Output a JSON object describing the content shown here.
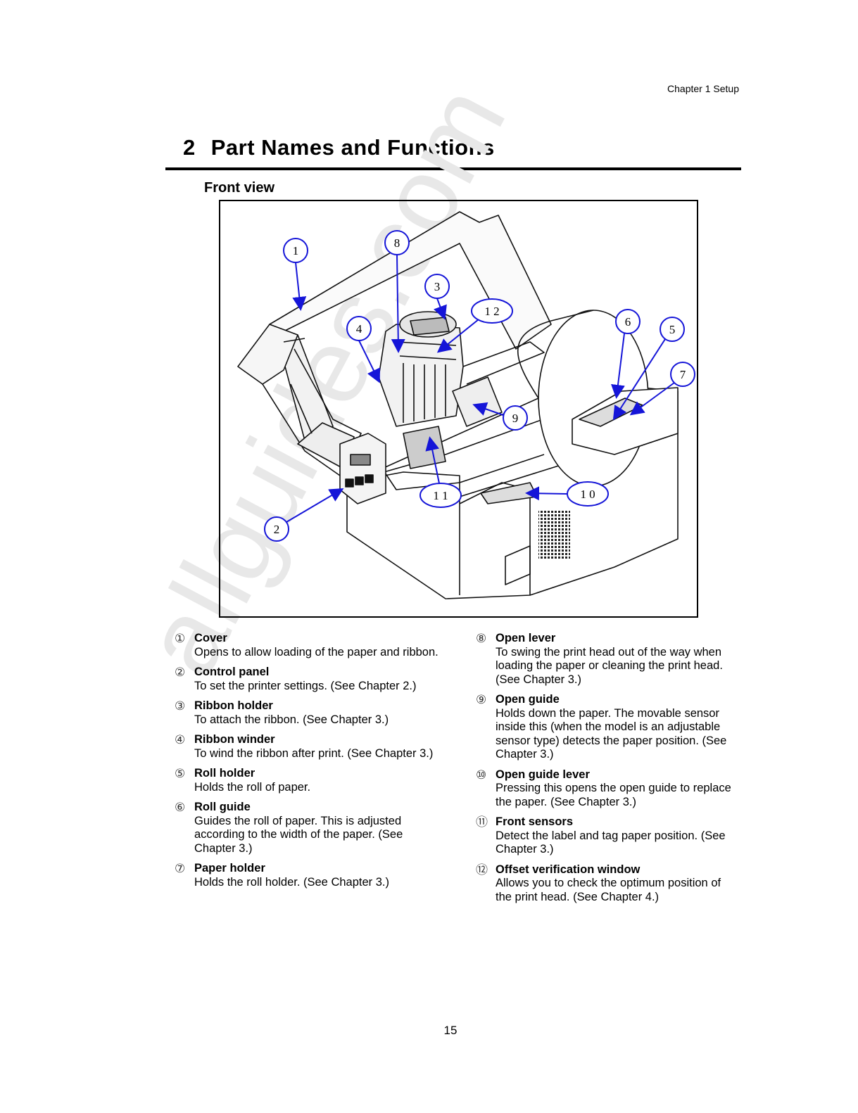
{
  "header": {
    "running": "Chapter 1    Setup"
  },
  "chapter": {
    "number": "2",
    "title": "Part Names  and  Functions"
  },
  "section": {
    "label": "Front  view"
  },
  "watermark": "allguides.com",
  "callout_color": "#1515d8",
  "callouts": [
    "1",
    "2",
    "3",
    "4",
    "5",
    "6",
    "7",
    "8",
    "9",
    "1 0",
    "1 1",
    "1 2"
  ],
  "parts_left": [
    {
      "marker": "①",
      "name": "Cover",
      "desc": "Opens to allow loading of the paper and ribbon."
    },
    {
      "marker": "②",
      "name": "Control panel",
      "desc": "To set the printer settings. (See Chapter 2.)"
    },
    {
      "marker": "③",
      "name": "Ribbon holder",
      "desc": "To attach the ribbon. (See Chapter 3.)"
    },
    {
      "marker": "④",
      "name": "Ribbon winder",
      "desc": "To wind the ribbon after print. (See Chapter 3.)"
    },
    {
      "marker": "⑤",
      "name": "Roll holder",
      "desc": "Holds the roll of paper."
    },
    {
      "marker": "⑥",
      "name": "Roll guide",
      "desc": "Guides the roll of paper. This is adjusted according to the width of the paper. (See Chapter 3.)"
    },
    {
      "marker": "⑦",
      "name": "Paper holder",
      "desc": "Holds the roll holder. (See Chapter 3.)"
    }
  ],
  "parts_right": [
    {
      "marker": "⑧",
      "name": "Open lever",
      "desc": "To swing the print head out of the way when loading the paper or cleaning the print head. (See Chapter 3.)"
    },
    {
      "marker": "⑨",
      "name": "Open guide",
      "desc": "Holds down the paper. The movable sensor inside this (when the model is an adjustable sensor type) detects the paper position. (See Chapter 3.)"
    },
    {
      "marker": "⑩",
      "name": "Open guide lever",
      "desc": "Pressing this opens the open guide to replace the paper. (See Chapter 3.)"
    },
    {
      "marker": "⑪",
      "name": "Front sensors",
      "desc": "Detect the label and tag paper position. (See Chapter 3.)"
    },
    {
      "marker": "⑫",
      "name": "Offset verification window",
      "desc": "Allows you to check the optimum position of the print head. (See Chapter 4.)"
    }
  ],
  "page_number": "15"
}
